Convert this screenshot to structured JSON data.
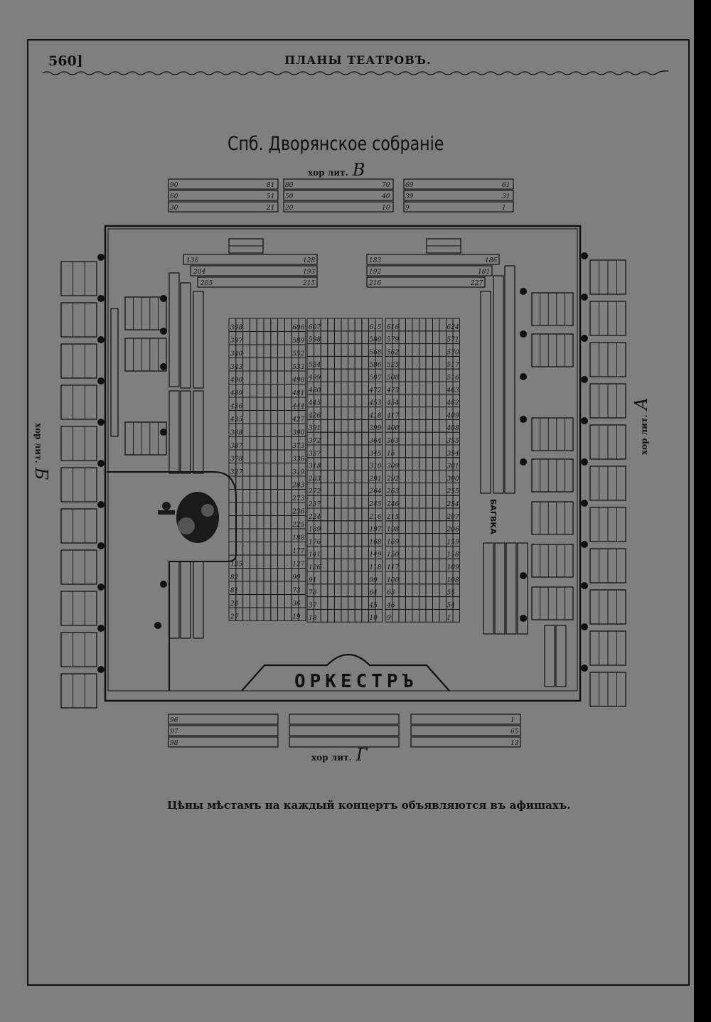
{
  "header": {
    "page_number": "560]",
    "running_title": "ПЛАНЫ ТЕАТРОВЪ."
  },
  "plan": {
    "hall_title": "Спб. Дворянское собраніе",
    "choir_v": {
      "label": "хор лит.",
      "letter": "В"
    },
    "choir_g": {
      "label": "хор лит.",
      "letter": "Г"
    },
    "choir_a": {
      "label": "хор лит.",
      "letter": "А"
    },
    "choir_b": {
      "label": "хор лит.",
      "letter": "Б"
    },
    "orchestra": "ОРКЕСТРЪ",
    "side_label": "БАГВКА",
    "top_gallery_rows": [
      [
        "90",
        "81",
        "80",
        "70",
        "69",
        "61"
      ],
      [
        "60",
        "51",
        "50",
        "40",
        "39",
        "31"
      ],
      [
        "30",
        "21",
        "20",
        "10",
        "9",
        "1"
      ]
    ],
    "bottom_gallery_rows": [
      [
        "96",
        "1"
      ],
      [
        "97",
        "65"
      ],
      [
        "98",
        "13"
      ]
    ],
    "upper_benches_left": [
      [
        "136",
        "128"
      ],
      [
        "204",
        "193"
      ],
      [
        "205",
        "215"
      ]
    ],
    "upper_benches_right": [
      [
        "183",
        "186"
      ],
      [
        "192",
        "181"
      ],
      [
        "216",
        "227"
      ]
    ],
    "center_left_numbers": [
      [
        "398",
        "606"
      ],
      [
        "397",
        "589"
      ],
      [
        "340",
        "552"
      ],
      [
        "343",
        "533"
      ],
      [
        "490",
        "498"
      ],
      [
        "489",
        "481"
      ],
      [
        "436",
        "444"
      ],
      [
        "435",
        "427"
      ],
      [
        "388",
        "390"
      ],
      [
        "387",
        "373"
      ],
      [
        "378",
        "336"
      ],
      [
        "327",
        "319"
      ],
      [
        "",
        "283"
      ],
      [
        "",
        "273"
      ],
      [
        "",
        "236"
      ],
      [
        "",
        "225"
      ],
      [
        "",
        "188"
      ],
      [
        "",
        "177"
      ],
      [
        "135",
        "127"
      ],
      [
        "82",
        "90"
      ],
      [
        "81",
        "73"
      ],
      [
        "28",
        "36"
      ],
      [
        "27",
        "19"
      ]
    ],
    "center_mid_numbers": [
      [
        "607",
        "615"
      ],
      [
        "598",
        "580"
      ],
      [
        "",
        "568"
      ],
      [
        "534",
        "586"
      ],
      [
        "499",
        "507"
      ],
      [
        "480",
        "472"
      ],
      [
        "445",
        "453"
      ],
      [
        "426",
        "418"
      ],
      [
        "391",
        "399"
      ],
      [
        "372",
        "364"
      ],
      [
        "337",
        "345"
      ],
      [
        "318",
        "310"
      ],
      [
        "283",
        "291"
      ],
      [
        "272",
        "264"
      ],
      [
        "237",
        "245"
      ],
      [
        "224",
        "216"
      ],
      [
        "189",
        "197"
      ],
      [
        "176",
        "168"
      ],
      [
        "141",
        "149"
      ],
      [
        "126",
        "118"
      ],
      [
        "91",
        "99"
      ],
      [
        "78",
        "64"
      ],
      [
        "37",
        "45"
      ],
      [
        "18",
        "10"
      ]
    ],
    "center_right_numbers": [
      [
        "616",
        "624"
      ],
      [
        "579",
        "571"
      ],
      [
        "562",
        "570"
      ],
      [
        "525",
        "517"
      ],
      [
        "508",
        "516"
      ],
      [
        "473",
        "463"
      ],
      [
        "454",
        "462"
      ],
      [
        "417",
        "409"
      ],
      [
        "400",
        "408"
      ],
      [
        "363",
        "355"
      ],
      [
        "16",
        "354"
      ],
      [
        "309",
        "301"
      ],
      [
        "292",
        "300"
      ],
      [
        "263",
        "255"
      ],
      [
        "246",
        "254"
      ],
      [
        "215",
        "207"
      ],
      [
        "198",
        "206"
      ],
      [
        "169",
        "159"
      ],
      [
        "150",
        "158"
      ],
      [
        "117",
        "109"
      ],
      [
        "100",
        "108"
      ],
      [
        "63",
        "55"
      ],
      [
        "46",
        "54"
      ],
      [
        "9",
        "1"
      ]
    ]
  },
  "footer_note": "Цѣны мѣстамъ на каждый концертъ объявляются въ афишахъ."
}
